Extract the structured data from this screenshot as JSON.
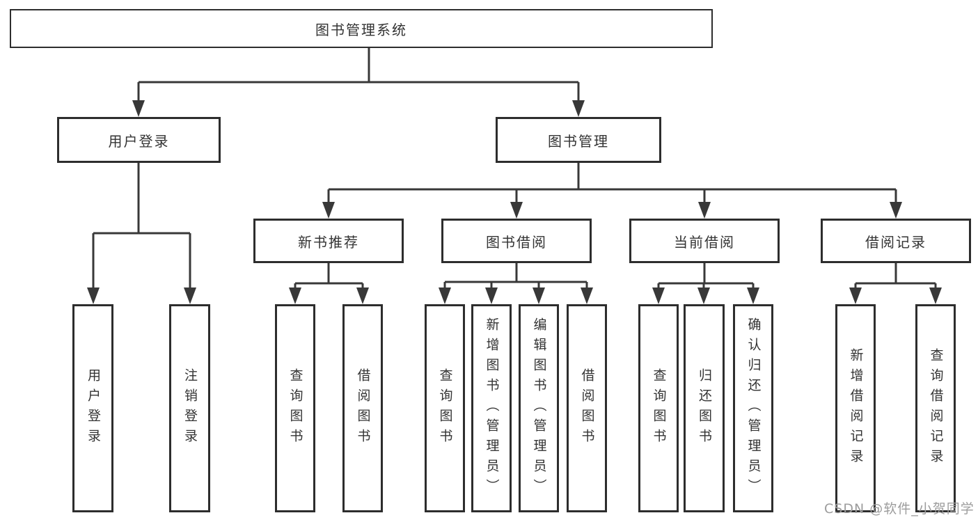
{
  "diagram": {
    "title_node": {
      "label": "图书管理系统"
    },
    "level2": [
      {
        "label": "用户登录"
      },
      {
        "label": "图书管理"
      }
    ],
    "level3": [
      {
        "label": "新书推荐"
      },
      {
        "label": "图书借阅"
      },
      {
        "label": "当前借阅"
      },
      {
        "label": "借阅记录"
      }
    ],
    "leaves": {
      "user_login": [
        "用户登录",
        "注销登录"
      ],
      "new_books": [
        "查询图书",
        "借阅图书"
      ],
      "book_borrow": [
        "查询图书",
        "新增图书（管理员）",
        "编辑图书（管理员）",
        "借阅图书"
      ],
      "current_borrow": [
        "查询图书",
        "归还图书",
        "确认归还（管理员）"
      ],
      "borrow_records": [
        "新增借阅记录",
        "查询借阅记录"
      ]
    },
    "colors": {
      "line": "#383838",
      "box_border": "#2d2d2d",
      "text": "#333333",
      "watermark": "#9c9c9c",
      "background": "#ffffff"
    }
  },
  "watermark": {
    "text": "CSDN @软件_小贺同学"
  }
}
